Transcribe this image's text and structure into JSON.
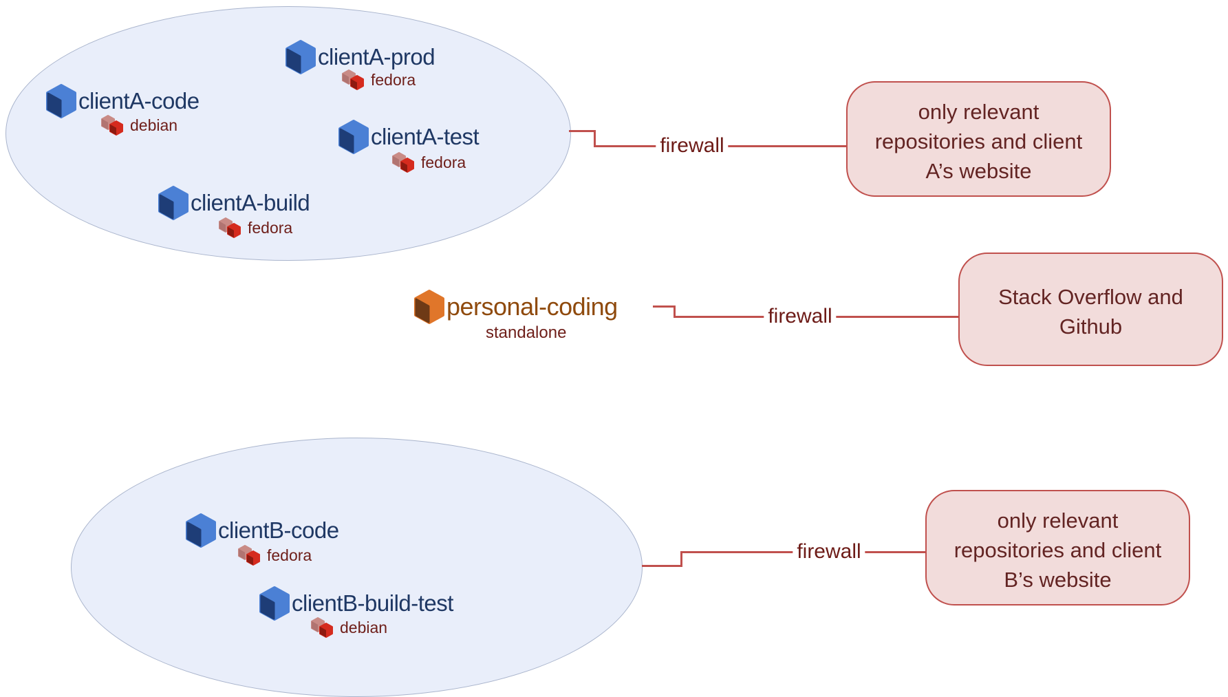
{
  "nodes": [
    {
      "label": "clientA-prod",
      "os": "fedora"
    },
    {
      "label": "clientA-code",
      "os": "debian"
    },
    {
      "label": "clientA-test",
      "os": "fedora"
    },
    {
      "label": "clientA-build",
      "os": "fedora"
    },
    {
      "label": "personal-coding",
      "os": "standalone"
    },
    {
      "label": "clientB-code",
      "os": "fedora"
    },
    {
      "label": "clientB-build-test",
      "os": "debian"
    }
  ],
  "connectors": [
    {
      "label": "firewall"
    },
    {
      "label": "firewall"
    },
    {
      "label": "firewall"
    }
  ],
  "destinations": [
    {
      "lines": [
        "only relevant",
        "repositories and client",
        "A’s website"
      ]
    },
    {
      "lines": [
        "Stack Overflow and",
        "Github"
      ]
    },
    {
      "lines": [
        "only relevant",
        "repositories and client",
        "B’s website"
      ]
    }
  ],
  "colors": {
    "group_fill": "#e9eefa",
    "group_border": "#a9b4cc",
    "container_cube_light": "#4b80d5",
    "container_cube_dark": "#1e3d77",
    "node_label": "#1f3864",
    "standalone_cube_light": "#e0762a",
    "standalone_cube_dark": "#6e3a16",
    "standalone_label": "#8f4a0d",
    "os_label": "#6e1e19",
    "repo_cube_pink": "#c98b86",
    "repo_cube_red": "#d52b1e",
    "connector_line": "#c0504d",
    "connector_label": "#6d1b17",
    "destination_fill": "#f2dcdb",
    "destination_border": "#c0504d",
    "destination_text": "#632423"
  }
}
